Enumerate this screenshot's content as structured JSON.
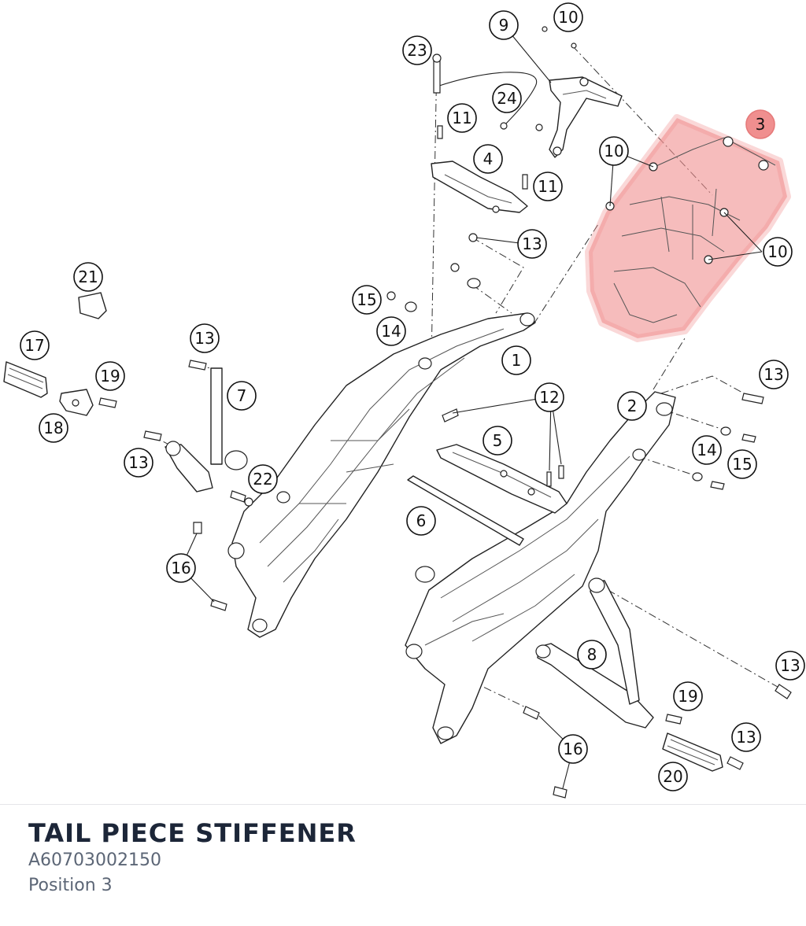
{
  "diagram": {
    "highlight_color": "#f08f8f",
    "callouts": [
      {
        "id": "c9",
        "label": "9"
      },
      {
        "id": "c10a",
        "label": "10"
      },
      {
        "id": "c23",
        "label": "23"
      },
      {
        "id": "c24",
        "label": "24"
      },
      {
        "id": "c11a",
        "label": "11"
      },
      {
        "id": "c3",
        "label": "3"
      },
      {
        "id": "c10b",
        "label": "10"
      },
      {
        "id": "c4",
        "label": "4"
      },
      {
        "id": "c11b",
        "label": "11"
      },
      {
        "id": "c10c",
        "label": "10"
      },
      {
        "id": "c13a",
        "label": "13"
      },
      {
        "id": "c21",
        "label": "21"
      },
      {
        "id": "c15a",
        "label": "15"
      },
      {
        "id": "c14a",
        "label": "14"
      },
      {
        "id": "c13b",
        "label": "13"
      },
      {
        "id": "c17",
        "label": "17"
      },
      {
        "id": "c1",
        "label": "1"
      },
      {
        "id": "c19a",
        "label": "19"
      },
      {
        "id": "c13c",
        "label": "13"
      },
      {
        "id": "c7",
        "label": "7"
      },
      {
        "id": "c12",
        "label": "12"
      },
      {
        "id": "c2",
        "label": "2"
      },
      {
        "id": "c18",
        "label": "18"
      },
      {
        "id": "c5",
        "label": "5"
      },
      {
        "id": "c13d",
        "label": "13"
      },
      {
        "id": "c14b",
        "label": "14"
      },
      {
        "id": "c15b",
        "label": "15"
      },
      {
        "id": "c22",
        "label": "22"
      },
      {
        "id": "c6",
        "label": "6"
      },
      {
        "id": "c16a",
        "label": "16"
      },
      {
        "id": "c8",
        "label": "8"
      },
      {
        "id": "c13e",
        "label": "13"
      },
      {
        "id": "c19b",
        "label": "19"
      },
      {
        "id": "c13f",
        "label": "13"
      },
      {
        "id": "c16b",
        "label": "16"
      },
      {
        "id": "c20",
        "label": "20"
      }
    ]
  },
  "caption": {
    "title": "TAIL PIECE STIFFENER",
    "part_number": "A60703002150",
    "position": "Position 3"
  }
}
